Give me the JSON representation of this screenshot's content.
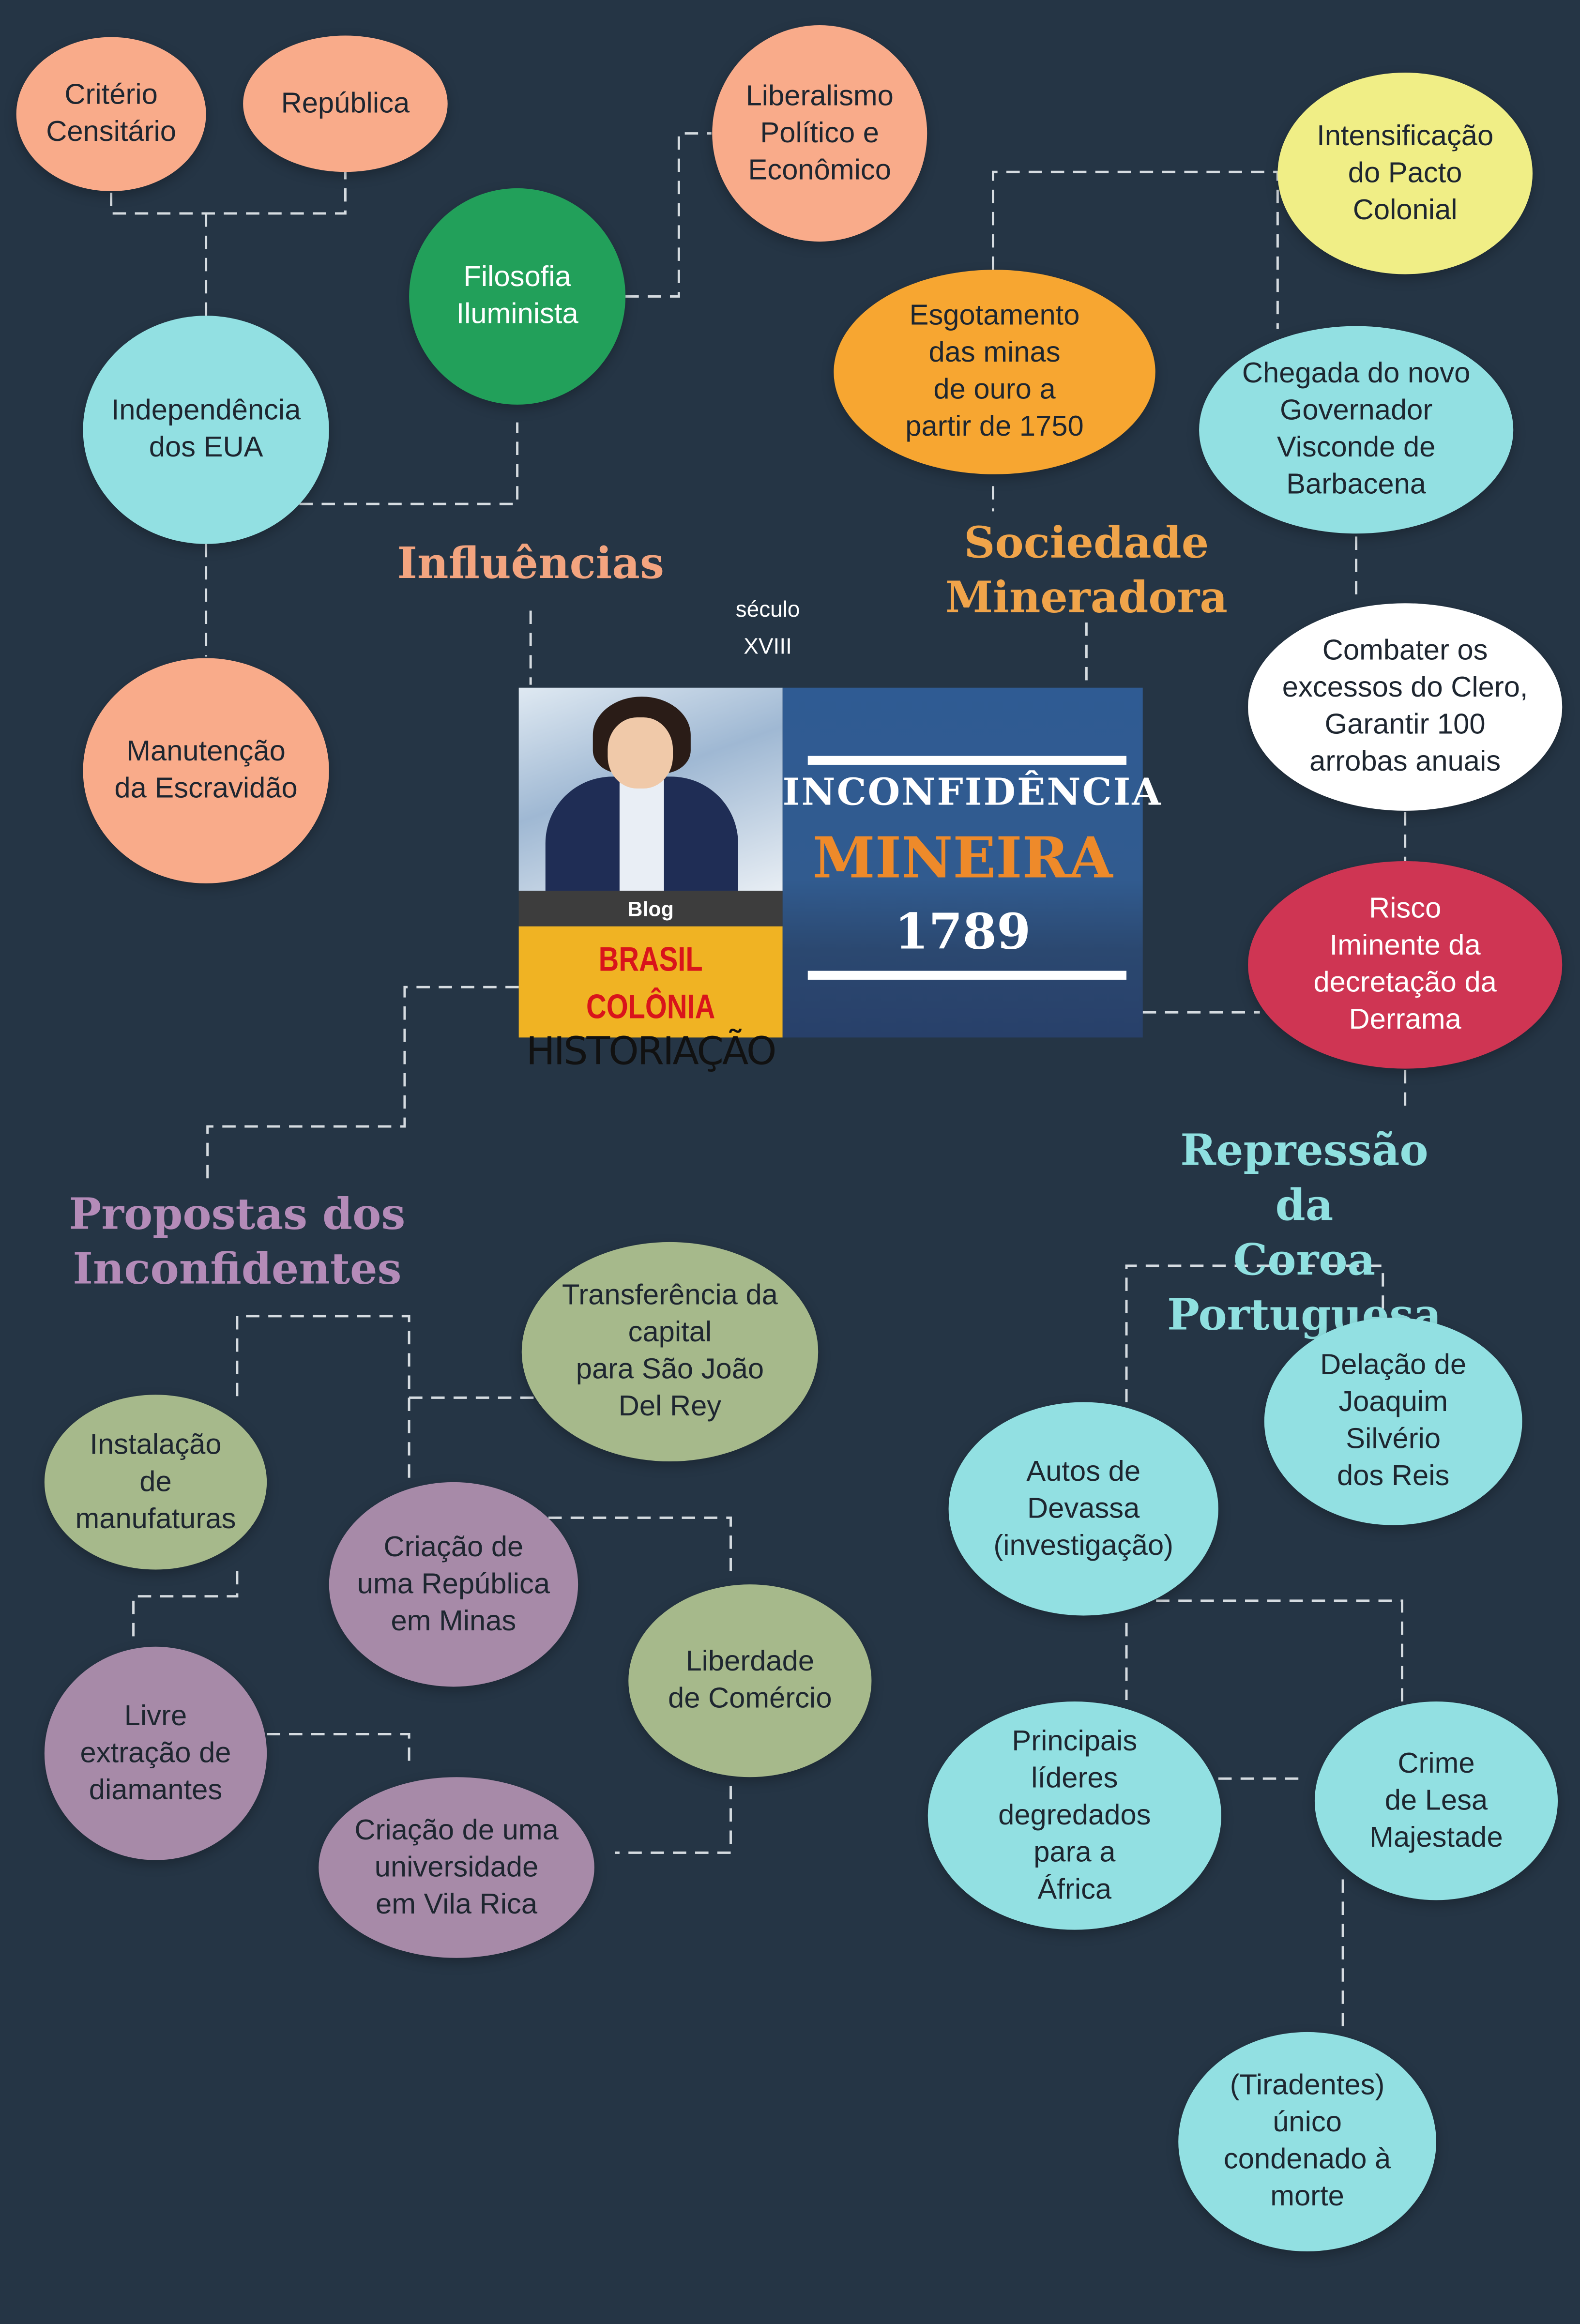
{
  "section_titles": {
    "influencias": "Influências",
    "sociedade": "Sociedade\nMineradora",
    "propostas": "Propostas dos\nInconfidentes",
    "repressao": "Repressão da\nCoroa Portuguesa"
  },
  "century": "século\nXVIII",
  "hero": {
    "blog": "Blog",
    "brasil_colonia": "BRASIL COLÔNIA",
    "logo": "HISTORIAÇÃO",
    "title_line1": "INCONFIDÊNCIA",
    "title_line2": "MINEIRA",
    "year": "1789"
  },
  "nodes": {
    "criterio": "Critério\nCensitário",
    "republica": "República",
    "liberalismo": "Liberalismo\nPolítico e\nEconômico",
    "filosofia": "Filosofia\nIluminista",
    "independencia": "Independência\ndos EUA",
    "escravidao": "Manutenção\nda Escravidão",
    "esgotamento": "Esgotamento\ndas minas\nde ouro a\npartir de 1750",
    "intensificacao": "Intensificação\ndo Pacto\nColonial",
    "governador": "Chegada do novo\nGovernador\nVisconde de\nBarbacena",
    "combater": "Combater os\nexcessos do Clero,\nGarantir 100\narrobas anuais",
    "risco": "Risco\nIminente da\ndecretação da\nDerrama",
    "transferencia": "Transferência da\ncapital\npara São João\nDel Rey",
    "manufaturas": "Instalação\nde\nmanufaturas",
    "rep_minas": "Criação de\numa República\nem Minas",
    "comercio": "Liberdade\nde Comércio",
    "diamantes": "Livre\nextração de\ndiamantes",
    "universidade": "Criação de uma\nuniversidade\nem Vila Rica",
    "delacao": "Delação de\nJoaquim\nSilvério\ndos Reis",
    "autos": "Autos de\nDevassa\n(investigação)",
    "lideres": "Principais\nlíderes\ndegredados\npara a\nÁfrica",
    "crime": "Crime\nde Lesa\nMajestade",
    "tiradentes": "(Tiradentes)\núnico\ncondenado à\nmorte"
  },
  "colors": {
    "background": "#253545",
    "salmon": "#f9ab8a",
    "green": "#22a05a",
    "orange": "#f7a631",
    "yellow": "#f0ee86",
    "cyan": "#92e0e2",
    "white": "#ffffff",
    "crimson": "#cf3553",
    "olive": "#a6b98b",
    "purple": "#a78aa8"
  }
}
